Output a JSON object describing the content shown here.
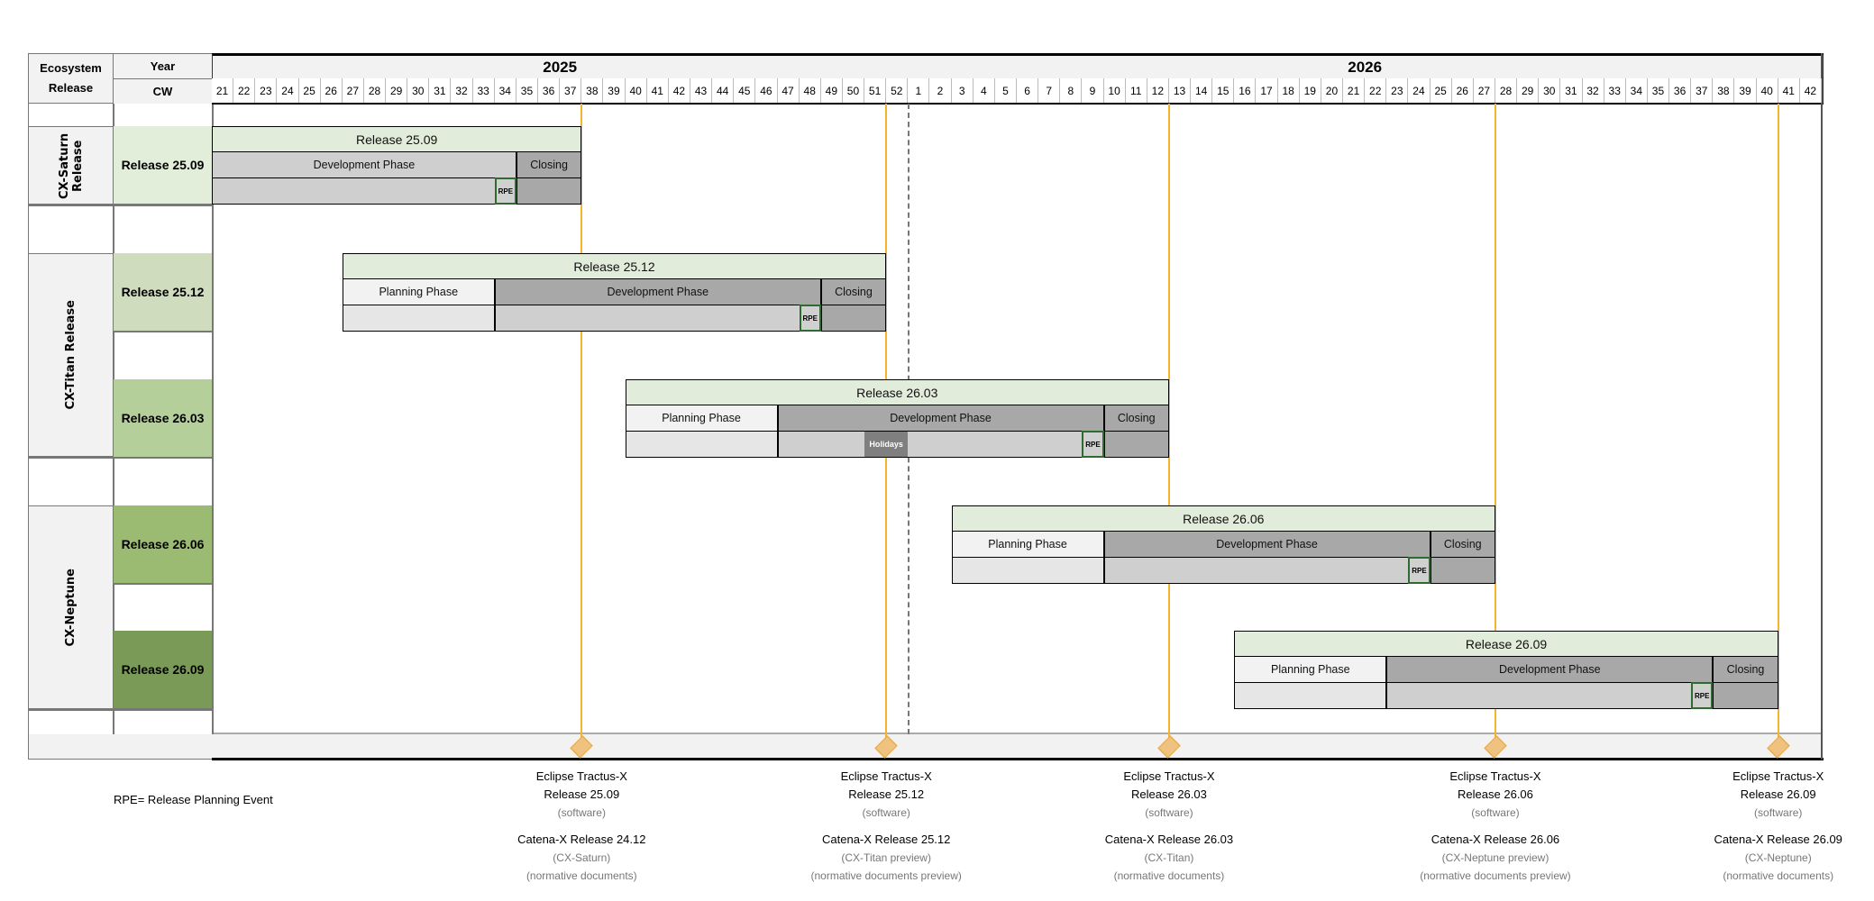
{
  "header": {
    "col1_title": "Ecosystem Release",
    "year_label": "Year",
    "cw_label": "CW",
    "years": [
      {
        "label": "2025",
        "first_cw": 21,
        "last_cw": 52
      },
      {
        "label": "2026",
        "first_cw": 1,
        "last_cw": 42
      }
    ],
    "highlighted_weeks": [
      {
        "year": 2025,
        "cw": 37
      },
      {
        "year": 2025,
        "cw": 51
      },
      {
        "year": 2026,
        "cw": 12
      },
      {
        "year": 2026,
        "cw": 27
      },
      {
        "year": 2026,
        "cw": 40
      }
    ]
  },
  "ecosystems": [
    {
      "label": "CX-Saturn Release",
      "releases": [
        0
      ]
    },
    {
      "label": "CX-Titan Release",
      "releases": [
        1,
        2
      ]
    },
    {
      "label": "CX-Neptune",
      "releases": [
        3,
        4
      ]
    }
  ],
  "releases": [
    {
      "label": "Release 25.09",
      "title": "Release 25.09",
      "color": "#e2edda",
      "planning": null,
      "development": {
        "label": "Development Phase",
        "start": [
          2025,
          21
        ],
        "end": [
          2025,
          34
        ]
      },
      "closing": {
        "label": "Closing",
        "start": [
          2025,
          35
        ],
        "end": [
          2025,
          37
        ]
      },
      "rpe": [
        2025,
        34
      ],
      "holidays": null,
      "light_dev": true
    },
    {
      "label": "Release 25.12",
      "title": "Release 25.12",
      "color": "#cfdcbd",
      "planning": {
        "label": "Planning Phase",
        "start": [
          2025,
          27
        ],
        "end": [
          2025,
          33
        ]
      },
      "development": {
        "label": "Development Phase",
        "start": [
          2025,
          34
        ],
        "end": [
          2025,
          48
        ]
      },
      "closing": {
        "label": "Closing",
        "start": [
          2025,
          49
        ],
        "end": [
          2025,
          51
        ]
      },
      "rpe": [
        2025,
        48
      ],
      "holidays": null
    },
    {
      "label": "Release 26.03",
      "title": "Release 26.03",
      "color": "#b5cf9b",
      "planning": {
        "label": "Planning Phase",
        "start": [
          2025,
          40
        ],
        "end": [
          2025,
          46
        ]
      },
      "development": {
        "label": "Development Phase",
        "start": [
          2025,
          47
        ],
        "end": [
          2026,
          9
        ]
      },
      "closing": {
        "label": "Closing",
        "start": [
          2026,
          10
        ],
        "end": [
          2026,
          12
        ]
      },
      "rpe": [
        2026,
        9
      ],
      "holidays": {
        "label": "Holidays",
        "start": [
          2025,
          51
        ],
        "end": [
          2025,
          52
        ]
      }
    },
    {
      "label": "Release 26.06",
      "title": "Release 26.06",
      "color": "#9bba72",
      "planning": {
        "label": "Planning Phase",
        "start": [
          2026,
          3
        ],
        "end": [
          2026,
          9
        ]
      },
      "development": {
        "label": "Development Phase",
        "start": [
          2026,
          10
        ],
        "end": [
          2026,
          24
        ]
      },
      "closing": {
        "label": "Closing",
        "start": [
          2026,
          25
        ],
        "end": [
          2026,
          27
        ]
      },
      "rpe": [
        2026,
        24
      ],
      "holidays": null
    },
    {
      "label": "Release 26.09",
      "title": "Release 26.09",
      "color": "#7a9a58",
      "planning": {
        "label": "Planning Phase",
        "start": [
          2026,
          16
        ],
        "end": [
          2026,
          22
        ]
      },
      "development": {
        "label": "Development Phase",
        "start": [
          2026,
          23
        ],
        "end": [
          2026,
          37
        ]
      },
      "closing": {
        "label": "Closing",
        "start": [
          2026,
          38
        ],
        "end": [
          2026,
          40
        ]
      },
      "rpe": [
        2026,
        37
      ],
      "holidays": null
    }
  ],
  "rpe_label": "RPE",
  "legend": "RPE= Release Planning Event",
  "milestones": [
    {
      "week": [
        2025,
        37
      ],
      "lines": [
        "Eclipse Tractus-X",
        "Release 25.09",
        "(software)",
        "Catena-X Release 24.12",
        "(CX-Saturn)",
        "(normative documents)"
      ]
    },
    {
      "week": [
        2025,
        51
      ],
      "lines": [
        "Eclipse Tractus-X",
        "Release 25.12",
        "(software)",
        "Catena-X Release 25.12",
        "(CX-Titan preview)",
        "(normative documents preview)"
      ]
    },
    {
      "week": [
        2026,
        12
      ],
      "lines": [
        "Eclipse Tractus-X",
        "Release 26.03",
        "(software)",
        "Catena-X Release 26.03",
        "(CX-Titan)",
        "(normative documents)"
      ]
    },
    {
      "week": [
        2026,
        27
      ],
      "lines": [
        "Eclipse Tractus-X",
        "Release 26.06",
        "(software)",
        "Catena-X Release 26.06",
        "(CX-Neptune preview)",
        "(normative documents preview)"
      ]
    },
    {
      "week": [
        2026,
        40
      ],
      "lines": [
        "Eclipse Tractus-X",
        "Release 26.09",
        "(software)",
        "Catena-X Release 26.09",
        "(CX-Neptune)",
        "(normative documents)"
      ]
    }
  ],
  "colors": {
    "milestone": "#f5b42a",
    "header_bg": "#f2f2f2",
    "highlight_week": "#fddf8b",
    "release_title_bg": "#e2ecda"
  }
}
